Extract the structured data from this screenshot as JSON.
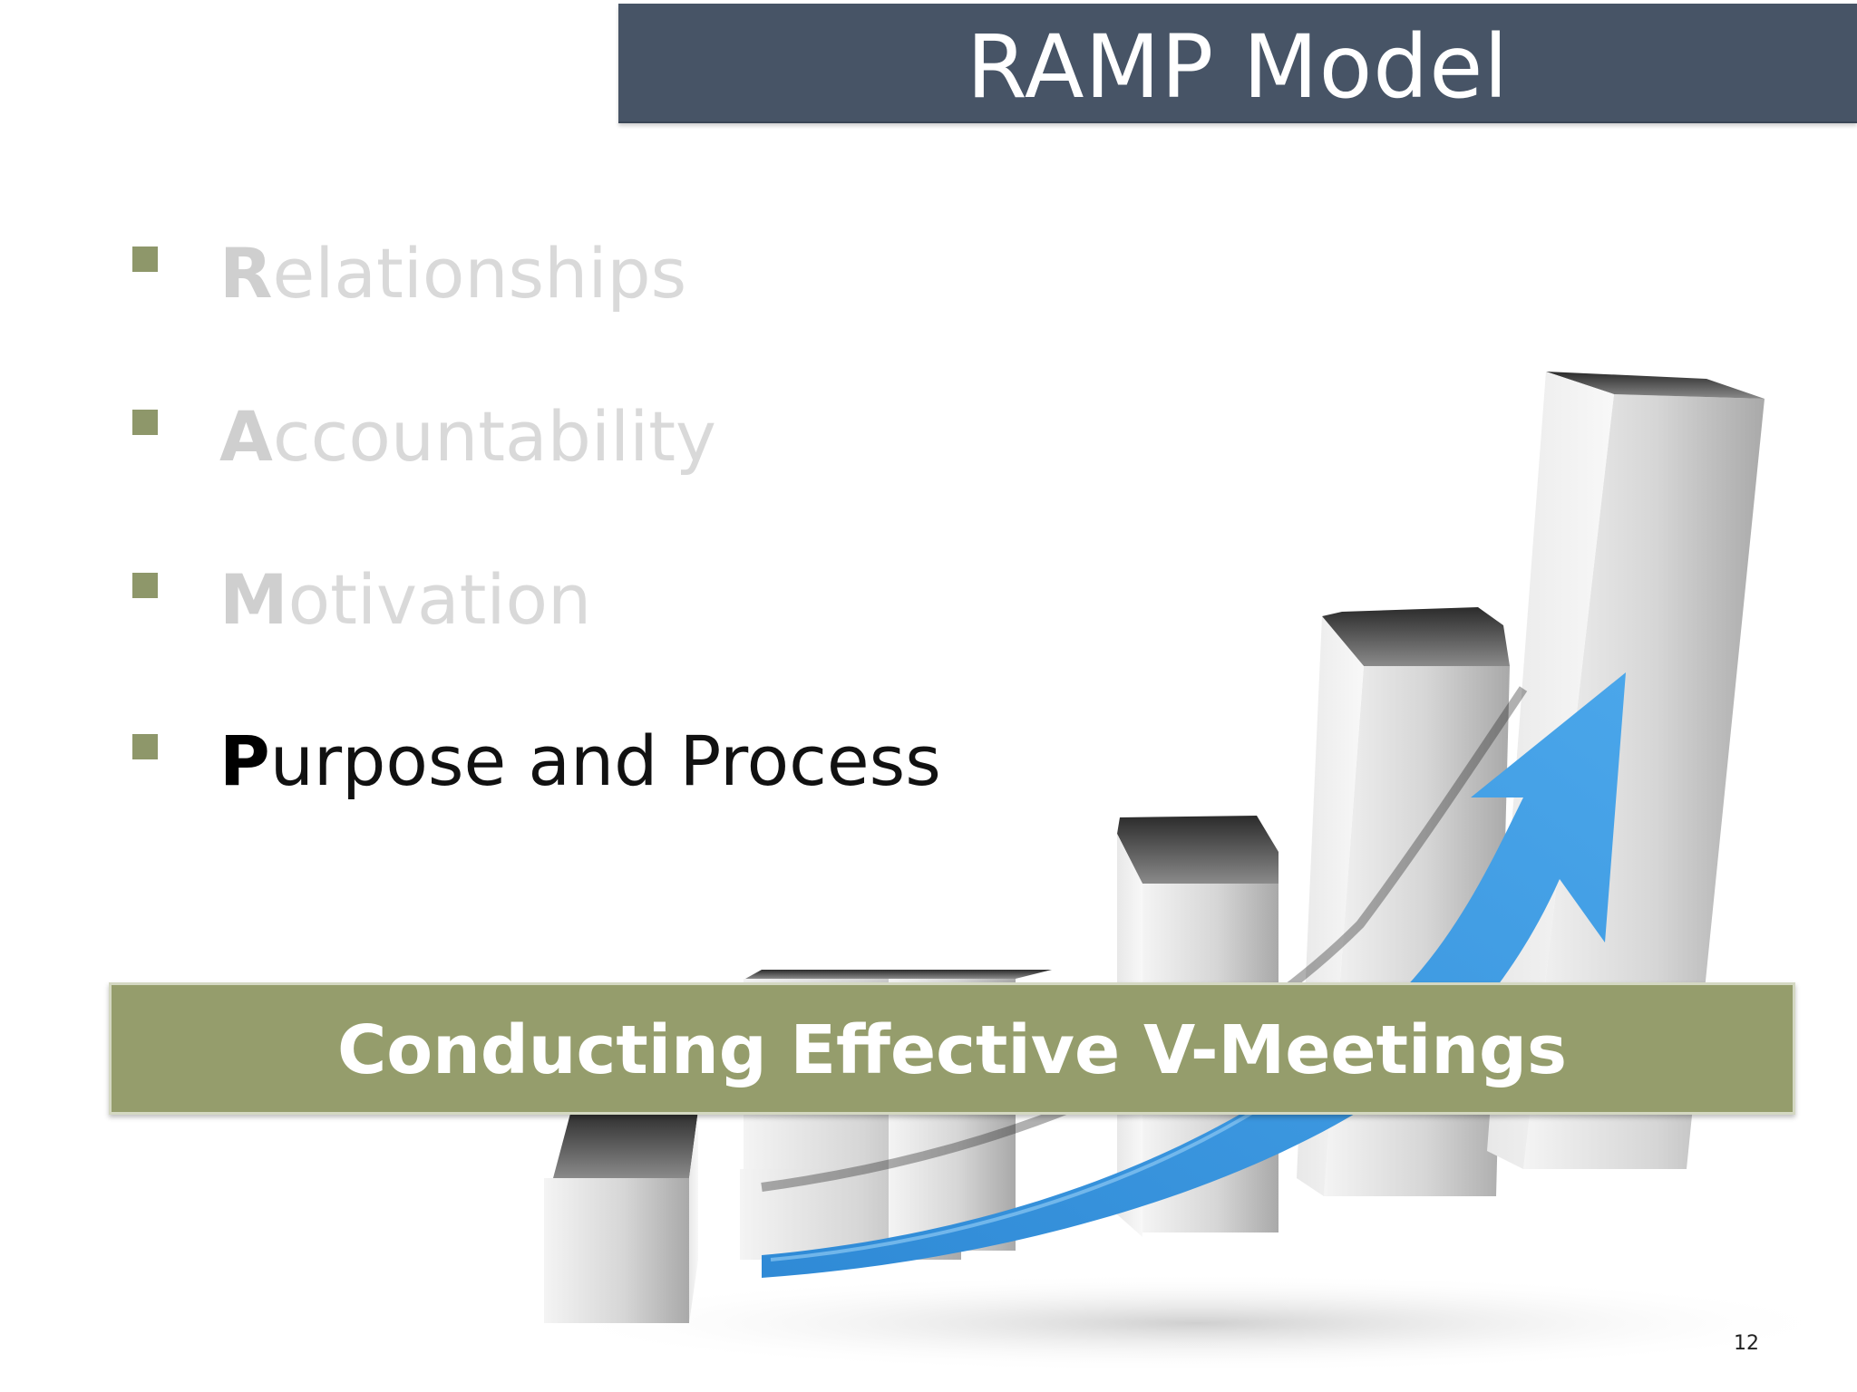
{
  "slide": {
    "title": "RAMP Model",
    "bullets": [
      {
        "initial": "R",
        "rest": "elationships",
        "state": "faded"
      },
      {
        "initial": "A",
        "rest": "ccountability",
        "state": "faded"
      },
      {
        "initial": "M",
        "rest": "otivation",
        "state": "faded"
      },
      {
        "initial": "P",
        "rest": "urpose and Process",
        "state": "active"
      }
    ],
    "banner": "Conducting Effective V-Meetings",
    "page_number": "12"
  },
  "colors": {
    "title_bar": "#475466",
    "bullet": "#8e976a",
    "banner": "#959d6c",
    "arrow": "#3a97e0",
    "faded_text": "#d9d9d9",
    "active_text": "#111111"
  },
  "icons": {
    "illustration": "3d-growth-bar-chart-with-rising-arrow"
  }
}
